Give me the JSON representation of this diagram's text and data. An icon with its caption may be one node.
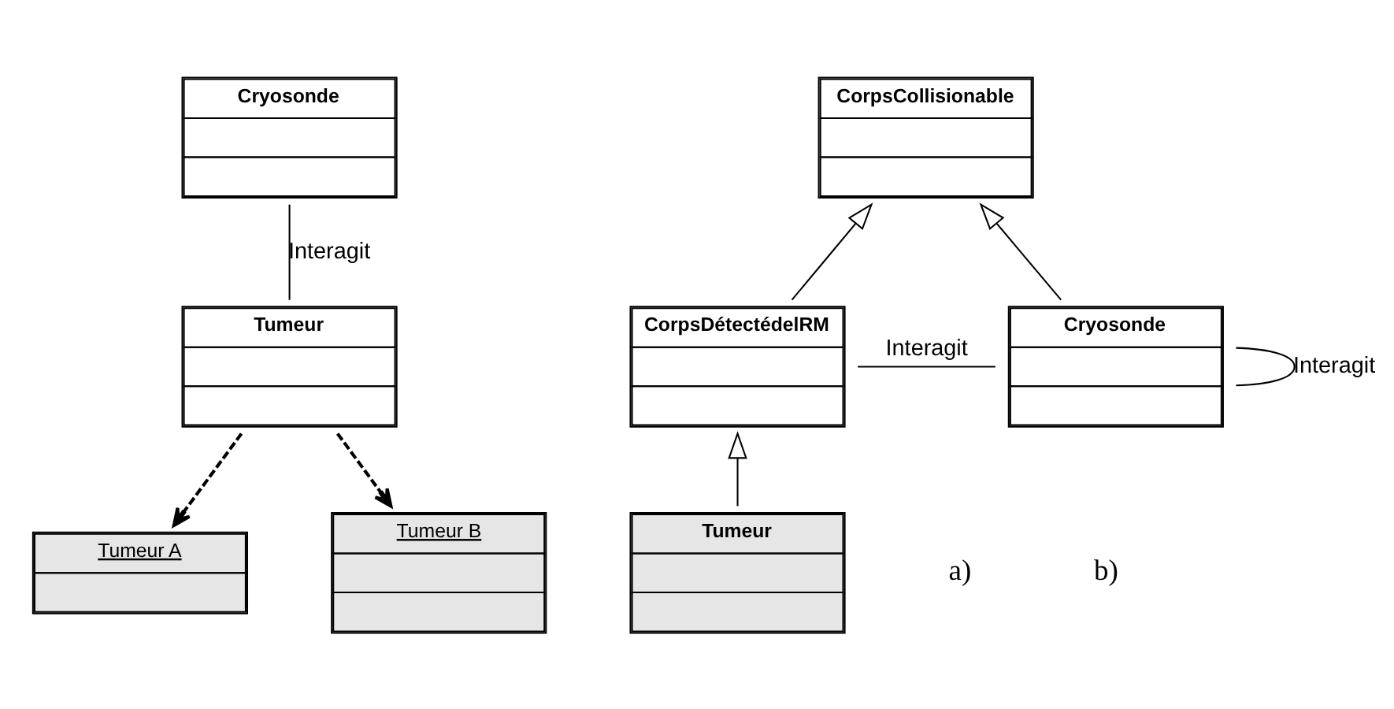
{
  "diagram": {
    "nodes": [
      {
        "text": [
          "Cryosonde"
        ]
      },
      {
        "text": [
          "Tumeur"
        ]
      },
      {
        "text": [
          "Tumeur A"
        ]
      },
      {
        "text": [
          "Tumeur B"
        ]
      },
      {
        "text": [
          "CorpsCollisionable"
        ]
      },
      {
        "text": [
          "CorpsDétectédelRM"
        ]
      },
      {
        "text": [
          "Cryosonde"
        ]
      },
      {
        "text": [
          "Tumeur"
        ]
      }
    ],
    "edges": [
      {
        "from": 0,
        "to": 1,
        "arrow": "none",
        "label": "Interagit"
      },
      {
        "from": 1,
        "to": 2,
        "arrow": "to",
        "style": "dashed"
      },
      {
        "from": 1,
        "to": 3,
        "arrow": "to",
        "style": "dashed"
      },
      {
        "from": 5,
        "to": 4,
        "arrow": "to"
      },
      {
        "from": 6,
        "to": 4,
        "arrow": "to"
      },
      {
        "from": 5,
        "to": 6,
        "arrow": "none",
        "label": "Interagit"
      },
      {
        "from": 7,
        "to": 5,
        "arrow": "to"
      },
      {
        "from": 6,
        "to": 6,
        "arrow": "none",
        "label": "Interagit"
      }
    ],
    "labels": [
      "a)",
      "b)"
    ]
  }
}
